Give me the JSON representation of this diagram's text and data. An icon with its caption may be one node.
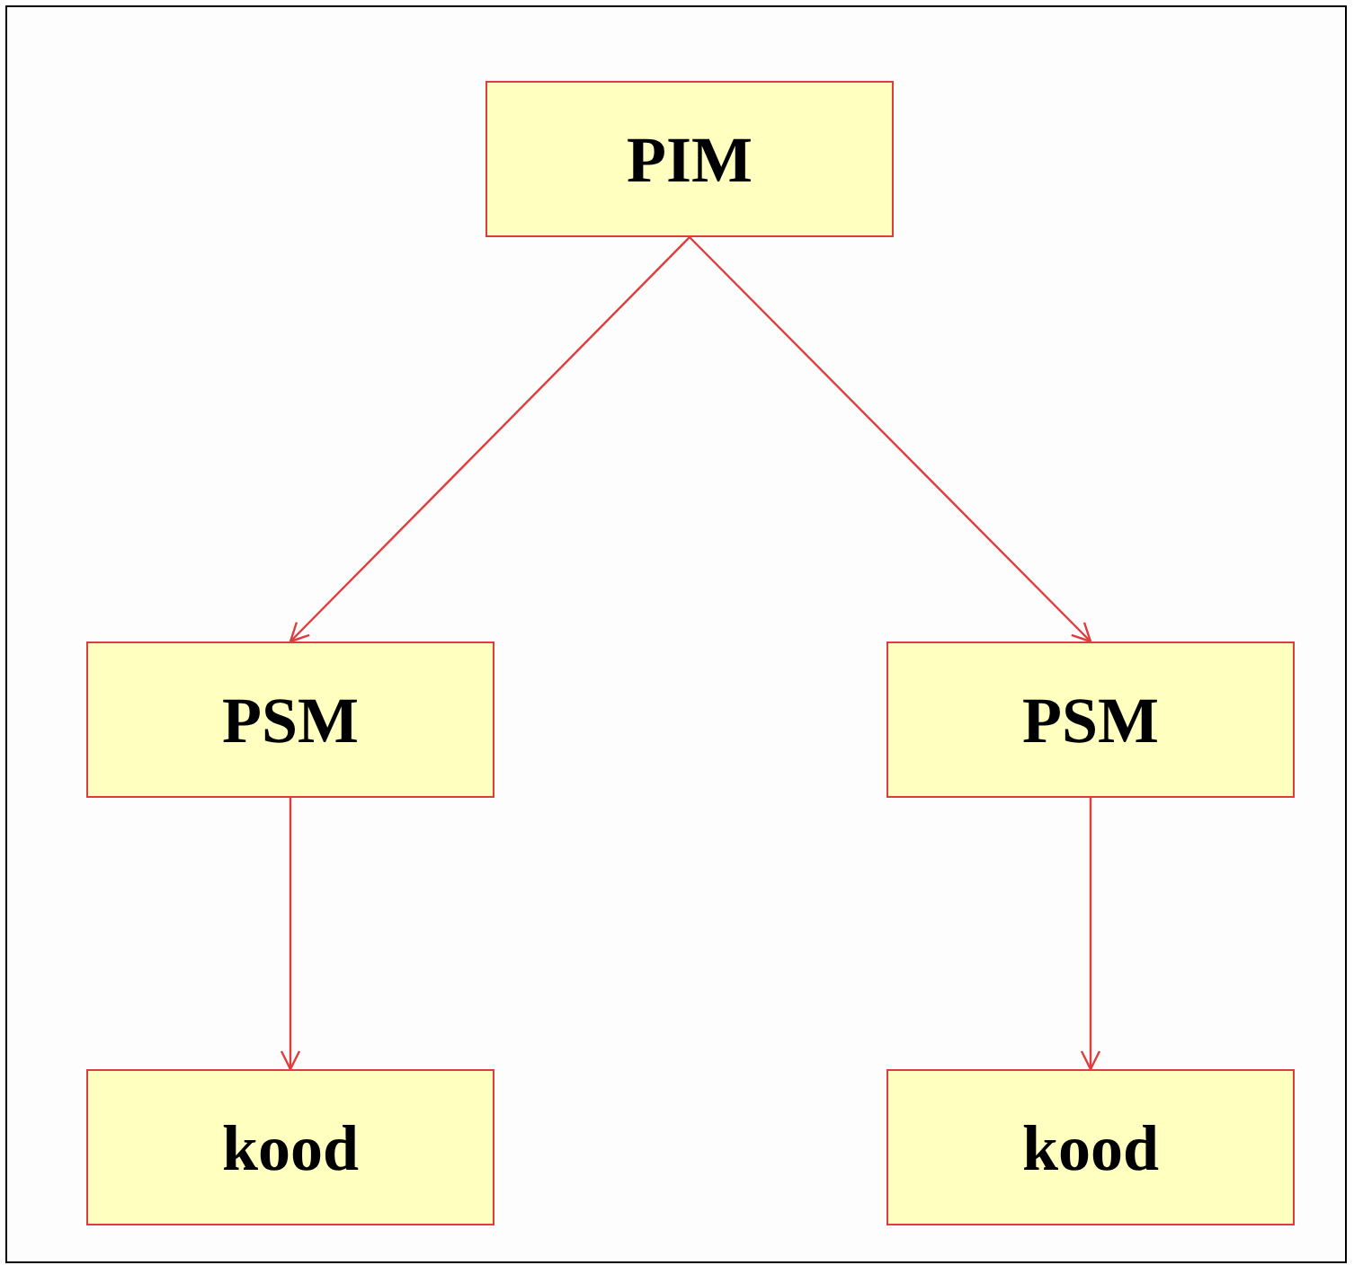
{
  "diagram": {
    "nodes": [
      {
        "text": [
          "PIM"
        ]
      },
      {
        "text": [
          "PSM"
        ]
      },
      {
        "text": [
          "PSM"
        ]
      },
      {
        "text": [
          "kood"
        ]
      },
      {
        "text": [
          "kood"
        ]
      }
    ],
    "edges": [
      {
        "from": 0,
        "to": 1,
        "arrow": "to"
      },
      {
        "from": 0,
        "to": 2,
        "arrow": "to"
      },
      {
        "from": 1,
        "to": 3,
        "arrow": "to"
      },
      {
        "from": 2,
        "to": 4,
        "arrow": "to"
      }
    ]
  }
}
